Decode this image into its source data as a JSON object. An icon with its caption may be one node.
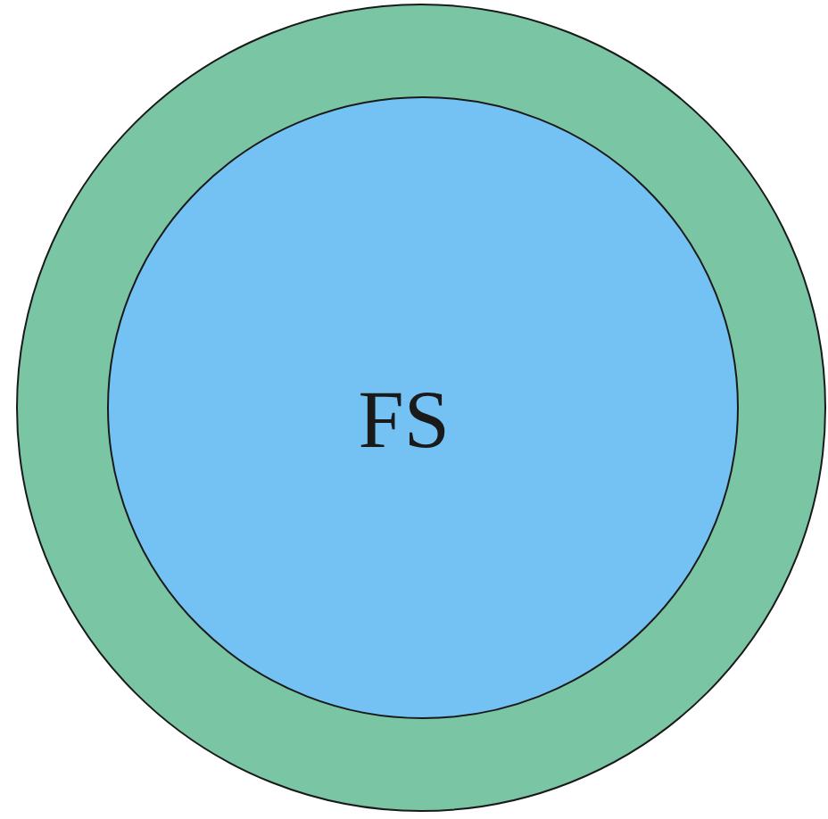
{
  "diagram": {
    "nodes": [
      {
        "text": [],
        "shape": "circle"
      },
      {
        "text": [
          "FS"
        ],
        "in": 0
      }
    ]
  }
}
